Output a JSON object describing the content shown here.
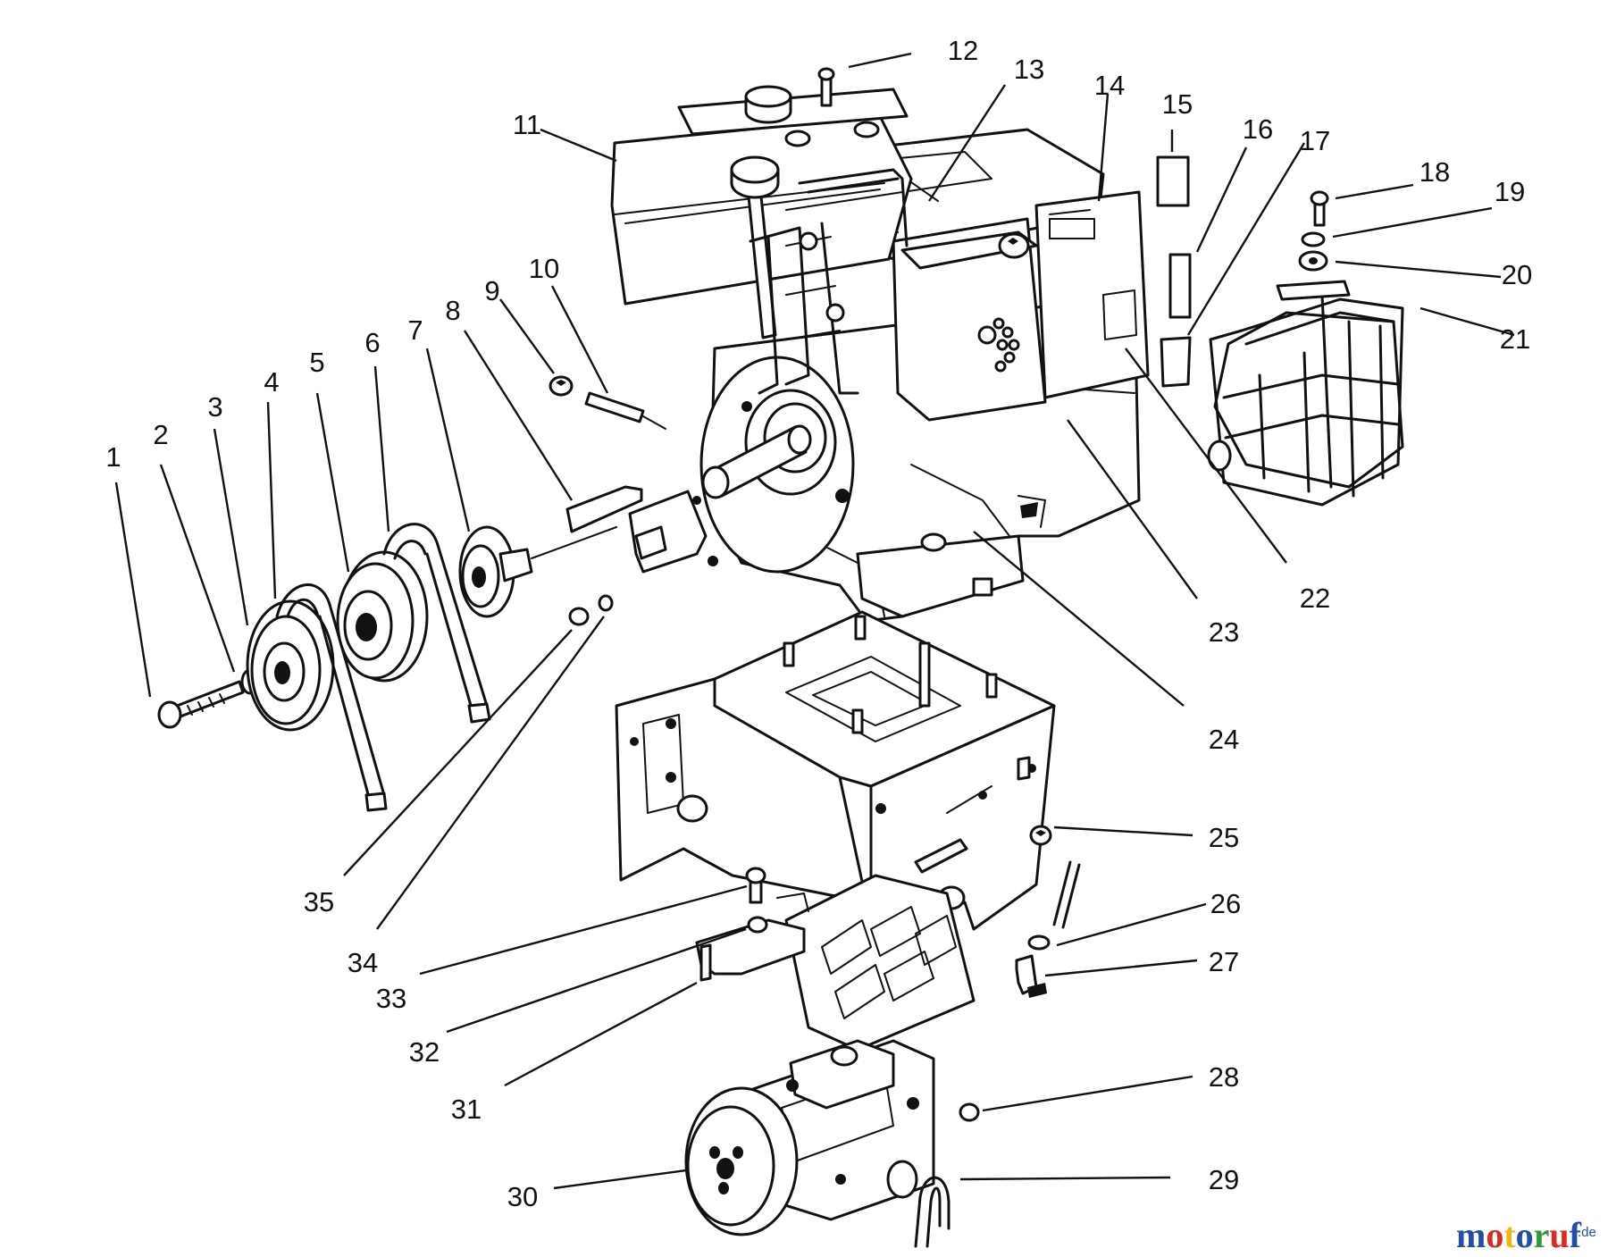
{
  "diagram": {
    "callouts": [
      {
        "num": "1"
      },
      {
        "num": "2"
      },
      {
        "num": "3"
      },
      {
        "num": "4"
      },
      {
        "num": "5"
      },
      {
        "num": "6"
      },
      {
        "num": "7"
      },
      {
        "num": "8"
      },
      {
        "num": "9"
      },
      {
        "num": "10"
      },
      {
        "num": "11"
      },
      {
        "num": "12"
      },
      {
        "num": "13"
      },
      {
        "num": "14"
      },
      {
        "num": "15"
      },
      {
        "num": "16"
      },
      {
        "num": "17"
      },
      {
        "num": "18"
      },
      {
        "num": "19"
      },
      {
        "num": "20"
      },
      {
        "num": "21"
      },
      {
        "num": "22"
      },
      {
        "num": "23"
      },
      {
        "num": "24"
      },
      {
        "num": "25"
      },
      {
        "num": "26"
      },
      {
        "num": "27"
      },
      {
        "num": "28"
      },
      {
        "num": "29"
      },
      {
        "num": "30"
      },
      {
        "num": "31"
      },
      {
        "num": "32"
      },
      {
        "num": "33"
      },
      {
        "num": "34"
      },
      {
        "num": "35"
      }
    ]
  },
  "watermark": {
    "main": "motoruf",
    "suffix": ".de",
    "colors": [
      "#1f4fa8",
      "#d62d20",
      "#f2b50f",
      "#1f4fa8",
      "#2e9a3a",
      "#d62d20",
      "#1f4fa8"
    ]
  }
}
